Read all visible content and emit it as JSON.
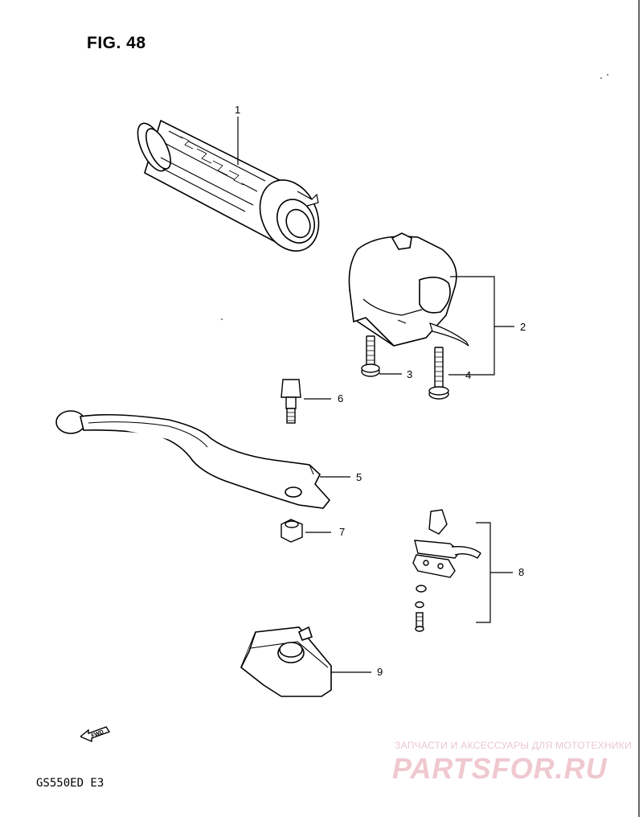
{
  "figure": {
    "title": "FIG. 48",
    "model": "GS550ED  E3"
  },
  "callouts": [
    {
      "id": "1",
      "label": "1"
    },
    {
      "id": "2",
      "label": "2"
    },
    {
      "id": "3",
      "label": "3"
    },
    {
      "id": "4",
      "label": "4"
    },
    {
      "id": "5",
      "label": "5"
    },
    {
      "id": "6",
      "label": "6"
    },
    {
      "id": "7",
      "label": "7"
    },
    {
      "id": "8",
      "label": "8"
    },
    {
      "id": "9",
      "label": "9"
    }
  ],
  "direction_marker": {
    "label": "FWD",
    "icon": "forward-arrow-icon"
  },
  "watermark": {
    "tagline": "ЗАПЧАСТИ И АКСЕССУАРЫ ДЛЯ МОТОТЕХНИКИ",
    "logo": "PARTSFOR.RU",
    "color": "#e8b4bf"
  }
}
